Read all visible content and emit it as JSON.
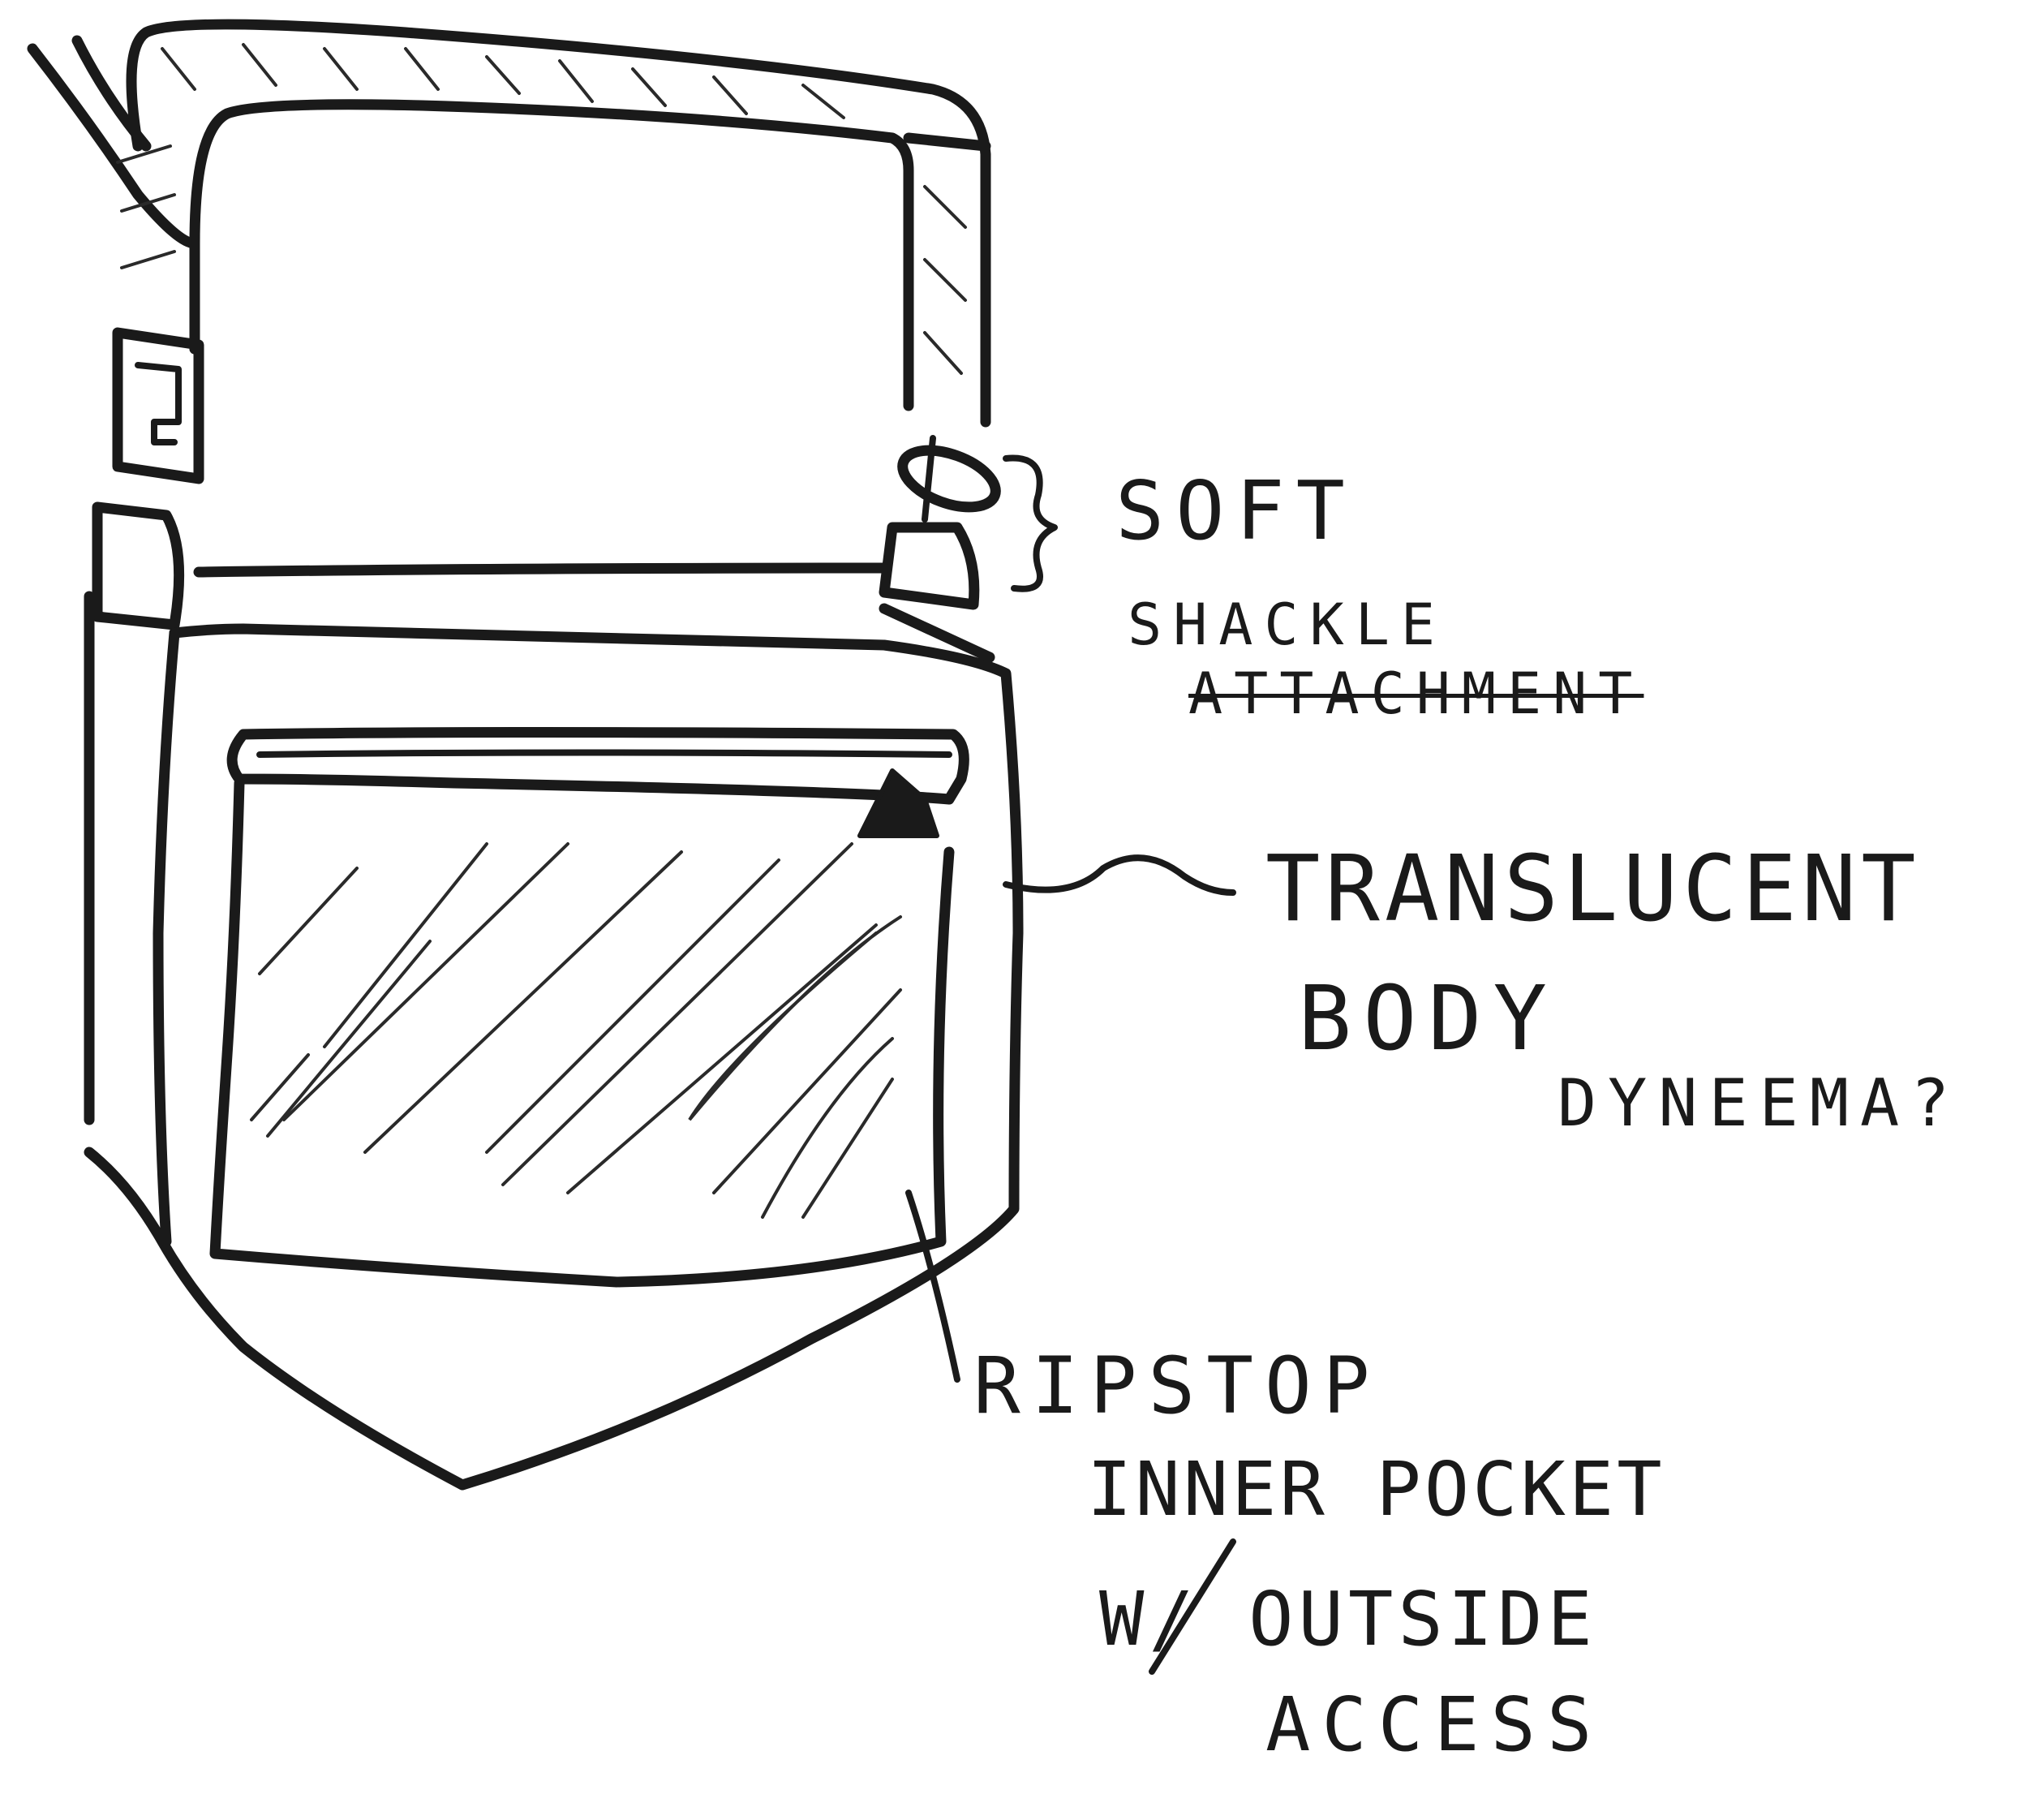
{
  "annotations": {
    "soft_shackle": [
      "SOFT",
      "SHACKLE",
      "ATTACHMENT"
    ],
    "translucent_body": [
      "TRANSLUCENT",
      "BODY"
    ],
    "dyneema": "DYNEEMA?",
    "ripstop": [
      "RIPSTOP",
      "INNER POCKET",
      "W/ OUTSIDE",
      "ACCESS"
    ]
  },
  "colors": {
    "ink": "#1a1a1a",
    "paper": "#ffffff"
  }
}
